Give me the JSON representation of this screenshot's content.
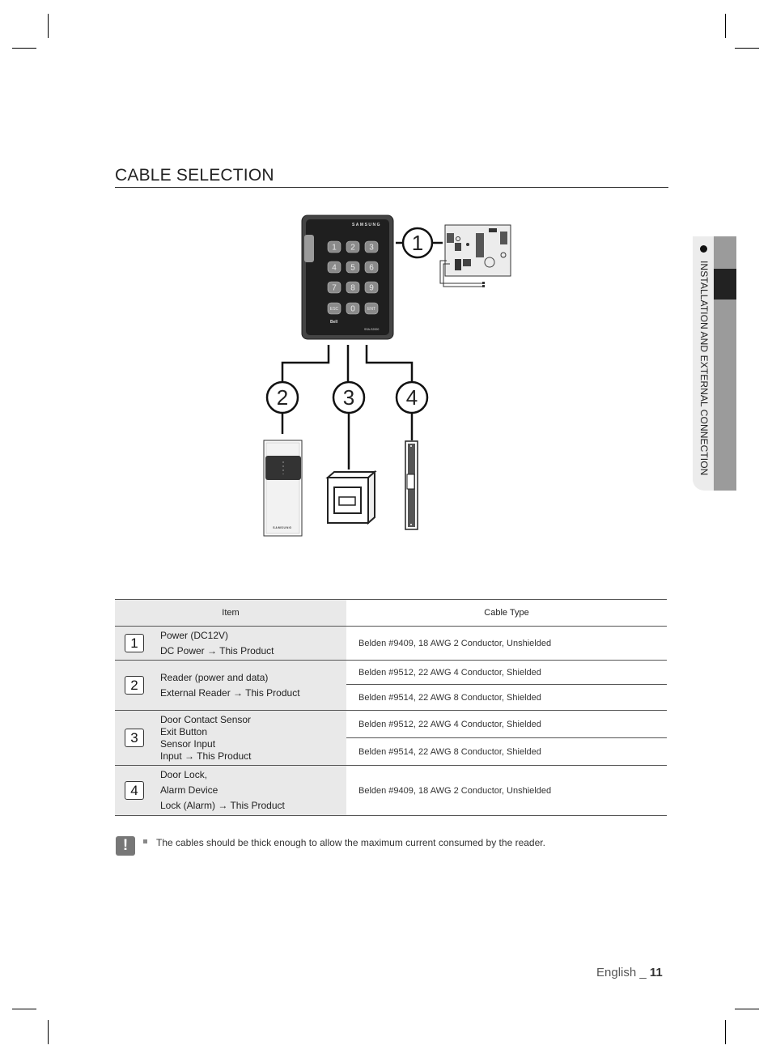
{
  "section_title": "CABLE SELECTION",
  "side_tab": {
    "label": "INSTALLATION AND EXTERNAL CONNECTION"
  },
  "diagram": {
    "callouts": [
      "1",
      "2",
      "3",
      "4"
    ],
    "keypad": {
      "brand": "SAMSUNG",
      "keys": [
        "1",
        "2",
        "3",
        "4",
        "5",
        "6",
        "7",
        "8",
        "9",
        "ESC",
        "0",
        "ENT"
      ],
      "bell_label": "Bell",
      "model": "SSA-S2000"
    },
    "reader_brand": "SAMSUNG"
  },
  "table": {
    "headers": {
      "item": "Item",
      "cable": "Cable Type"
    },
    "rows": [
      {
        "num": "1",
        "lines": [
          "Power (DC12V)",
          "DC Power → This Product"
        ],
        "cables": [
          "Belden #9409, 18 AWG  2 Conductor, Unshielded"
        ]
      },
      {
        "num": "2",
        "lines": [
          "Reader (power and data)",
          "External Reader → This Product"
        ],
        "cables": [
          "Belden #9512, 22 AWG  4 Conductor, Shielded",
          "Belden #9514, 22 AWG  8 Conductor, Shielded"
        ]
      },
      {
        "num": "3",
        "lines": [
          "Door Contact Sensor",
          "Exit Button",
          "Sensor Input",
          "Input → This Product"
        ],
        "cables": [
          "Belden #9512, 22 AWG  4 Conductor, Shielded",
          "Belden #9514, 22 AWG  8 Conductor, Shielded"
        ]
      },
      {
        "num": "4",
        "lines": [
          "Door Lock,",
          "Alarm Device",
          "Lock (Alarm) → This Product"
        ],
        "cables": [
          "Belden #9409, 18 AWG  2 Conductor, Unshielded"
        ]
      }
    ]
  },
  "note": {
    "icon": "exclamation-icon",
    "text": "The cables should be thick enough to allow the maximum current consumed by the reader."
  },
  "footer": {
    "language": "English _ ",
    "page_number": "11"
  }
}
